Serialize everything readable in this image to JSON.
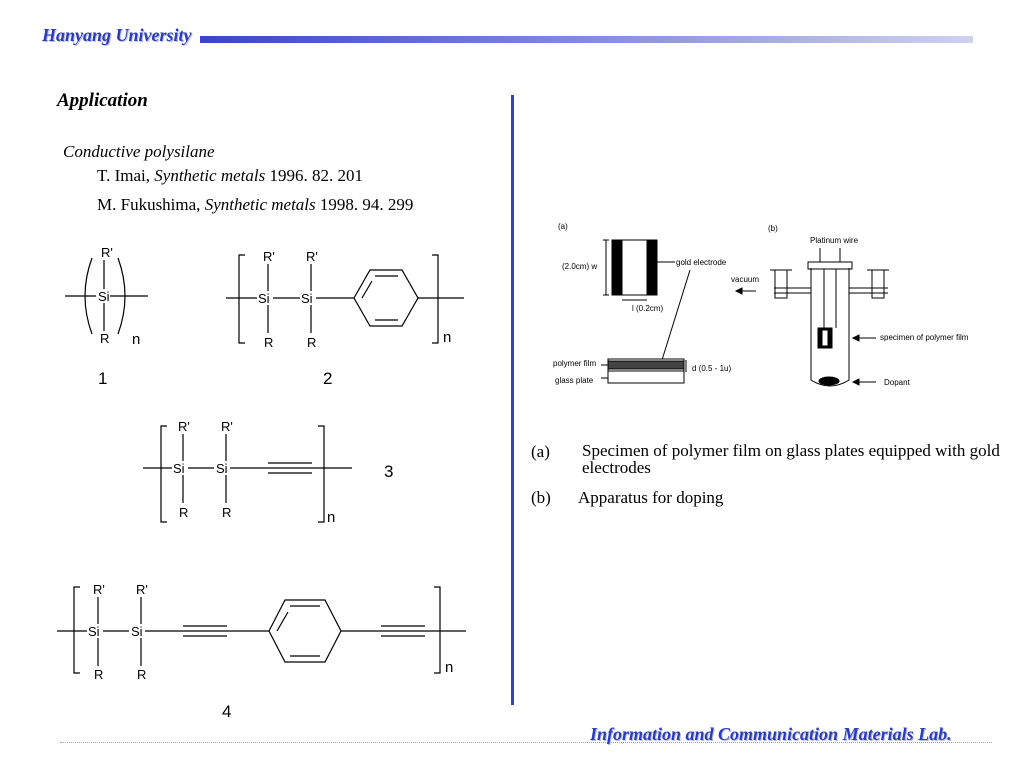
{
  "header": {
    "university": "Hanyang University"
  },
  "slide": {
    "title": "Application",
    "subtitle": "Conductive polysilane",
    "ref1": {
      "author": "T. Imai, ",
      "journal": "Synthetic metals",
      "rest": " 1996. 82. 201"
    },
    "ref2": {
      "author": "M. Fukushima, ",
      "journal": "Synthetic metals",
      "rest": " 1998. 94. 299"
    }
  },
  "chem": {
    "si": "Si",
    "r": "R",
    "rp": "R'",
    "n": "n",
    "labels": [
      "1",
      "2",
      "3",
      "4"
    ]
  },
  "apparatus": {
    "a_tag": "(a)",
    "b_tag": "(b)",
    "width": "(2.0cm) w",
    "gold": "gold electrode",
    "length": "l (0.2cm)",
    "polymer": "polymer film",
    "glass": "glass plate",
    "thickness": "d (0.5 - 1u)",
    "platinum": "Platinum wire",
    "vacuum": "vacuum",
    "specimen": "specimen of polymer film",
    "dopant": "Dopant"
  },
  "captions": {
    "a_label": "(a)",
    "a_text": "Specimen of polymer film on glass plates equipped with  gold electrodes",
    "b_label": "(b)",
    "b_text": "Apparatus for doping"
  },
  "footer": {
    "lab": "Information and Communication Materials Lab."
  }
}
